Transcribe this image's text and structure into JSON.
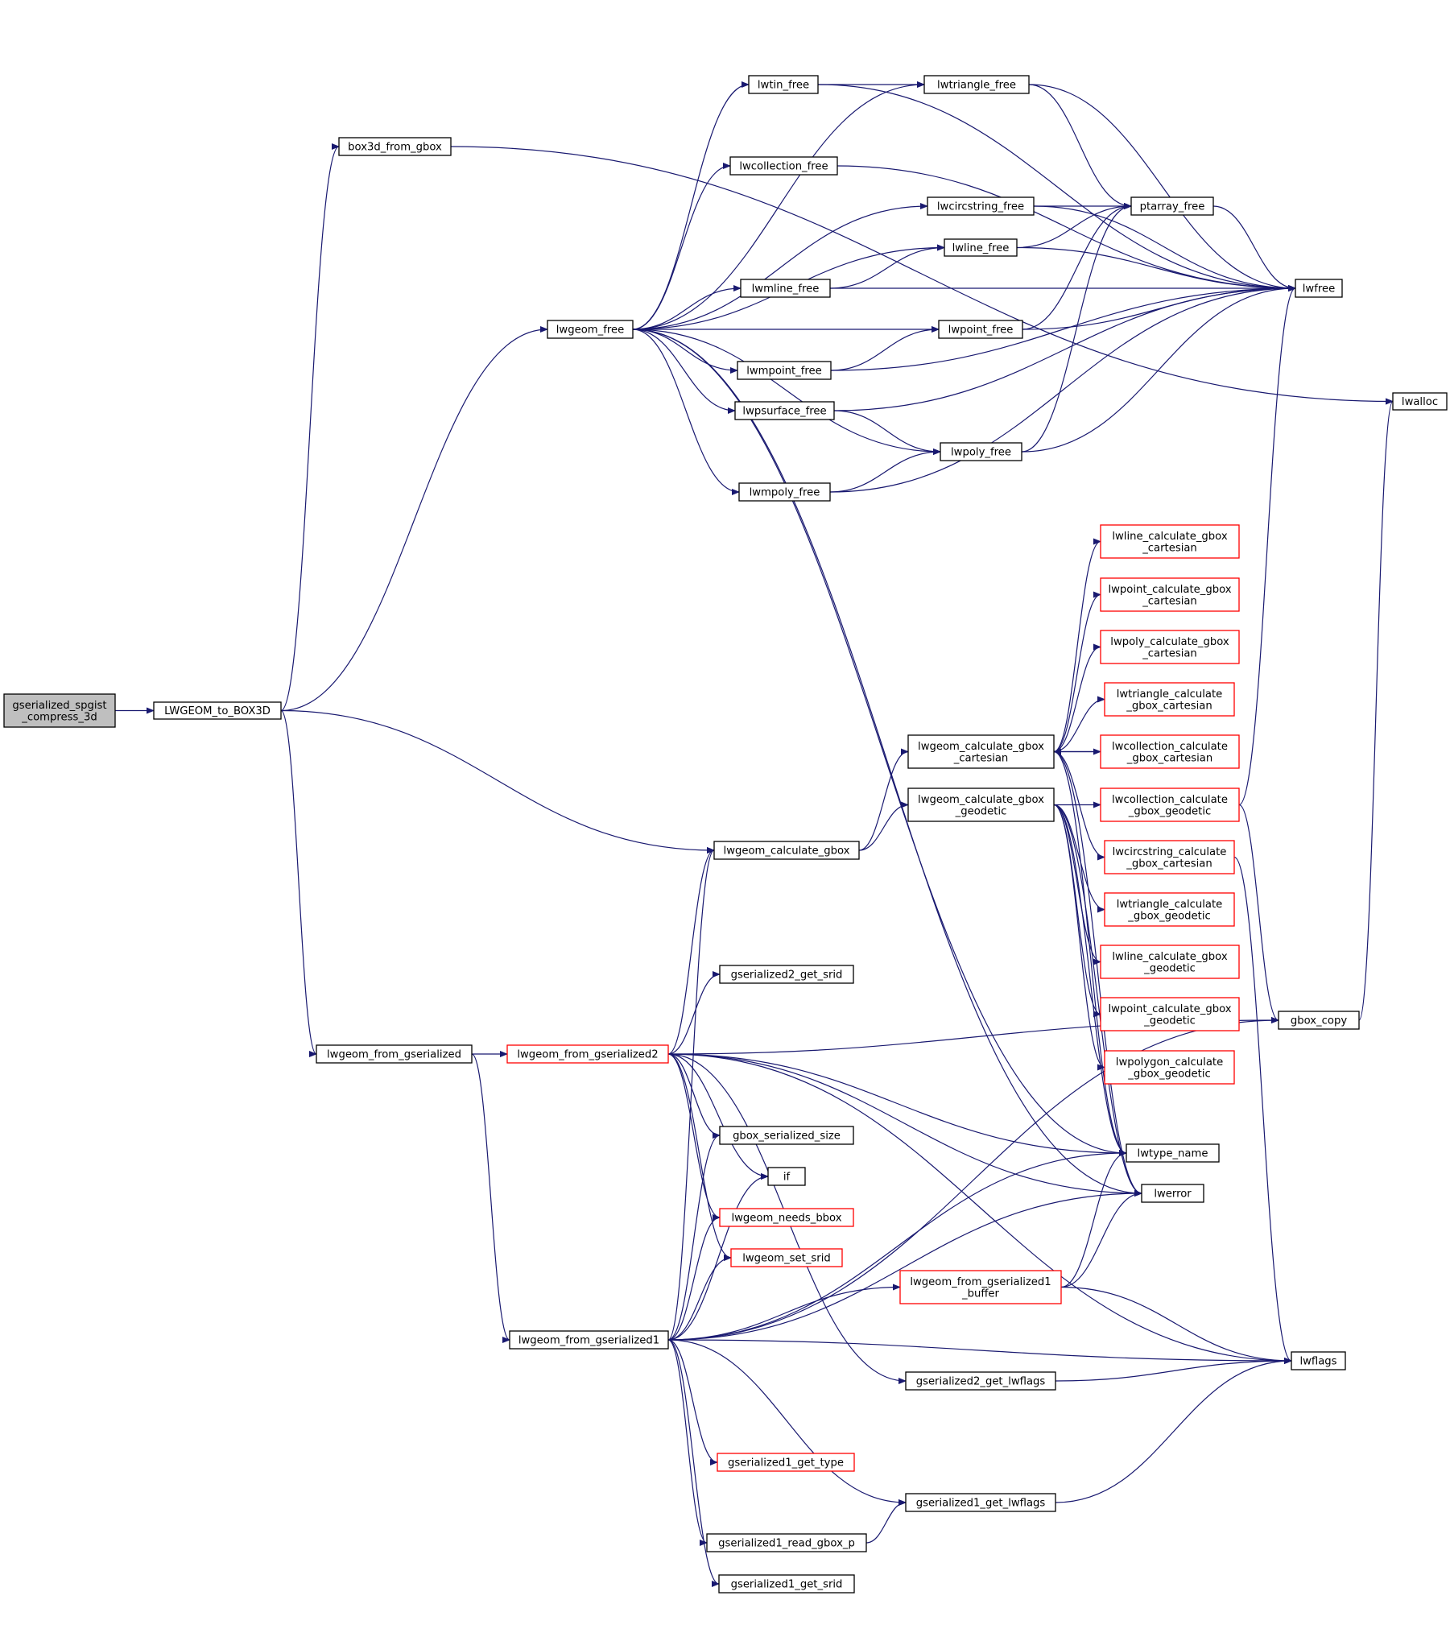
{
  "graph": {
    "title": "",
    "colors": {
      "edge": "#191970",
      "node_border": "#000000",
      "node_border_red": "#ff0000",
      "root_fill": "#bfbfbf"
    },
    "nodes": {
      "gserialized_spgist_compress_3d": {
        "lines": [
          "gserialized_spgist",
          "_compress_3d"
        ],
        "style": "root"
      },
      "LWGEOM_to_BOX3D": {
        "lines": [
          "LWGEOM_to_BOX3D"
        ],
        "style": "normal"
      },
      "box3d_from_gbox": {
        "lines": [
          "box3d_from_gbox"
        ],
        "style": "normal"
      },
      "lwgeom_free": {
        "lines": [
          "lwgeom_free"
        ],
        "style": "normal"
      },
      "lwgeom_calculate_gbox": {
        "lines": [
          "lwgeom_calculate_gbox"
        ],
        "style": "normal"
      },
      "lwgeom_from_gserialized": {
        "lines": [
          "lwgeom_from_gserialized"
        ],
        "style": "normal"
      },
      "lwalloc": {
        "lines": [
          "lwalloc"
        ],
        "style": "normal"
      },
      "lwfree": {
        "lines": [
          "lwfree"
        ],
        "style": "normal"
      },
      "lwtin_free": {
        "lines": [
          "lwtin_free"
        ],
        "style": "normal"
      },
      "lwtriangle_free": {
        "lines": [
          "lwtriangle_free"
        ],
        "style": "normal"
      },
      "lwcollection_free": {
        "lines": [
          "lwcollection_free"
        ],
        "style": "normal"
      },
      "lwcircstring_free": {
        "lines": [
          "lwcircstring_free"
        ],
        "style": "normal"
      },
      "ptarray_free": {
        "lines": [
          "ptarray_free"
        ],
        "style": "normal"
      },
      "lwline_free": {
        "lines": [
          "lwline_free"
        ],
        "style": "normal"
      },
      "lwmline_free": {
        "lines": [
          "lwmline_free"
        ],
        "style": "normal"
      },
      "lwpoint_free": {
        "lines": [
          "lwpoint_free"
        ],
        "style": "normal"
      },
      "lwmpoint_free": {
        "lines": [
          "lwmpoint_free"
        ],
        "style": "normal"
      },
      "lwpsurface_free": {
        "lines": [
          "lwpsurface_free"
        ],
        "style": "normal"
      },
      "lwpoly_free": {
        "lines": [
          "lwpoly_free"
        ],
        "style": "normal"
      },
      "lwmpoly_free": {
        "lines": [
          "lwmpoly_free"
        ],
        "style": "normal"
      },
      "lwline_calculate_gbox_cartesian": {
        "lines": [
          "lwline_calculate_gbox",
          "_cartesian"
        ],
        "style": "red"
      },
      "lwpoint_calculate_gbox_cartesian": {
        "lines": [
          "lwpoint_calculate_gbox",
          "_cartesian"
        ],
        "style": "red"
      },
      "lwpoly_calculate_gbox_cartesian": {
        "lines": [
          "lwpoly_calculate_gbox",
          "_cartesian"
        ],
        "style": "red"
      },
      "lwtriangle_calculate_gbox_cartesian": {
        "lines": [
          "lwtriangle_calculate",
          "_gbox_cartesian"
        ],
        "style": "red"
      },
      "lwgeom_calculate_gbox_cartesian": {
        "lines": [
          "lwgeom_calculate_gbox",
          "_cartesian"
        ],
        "style": "normal"
      },
      "lwcollection_calculate_gbox_cartesian": {
        "lines": [
          "lwcollection_calculate",
          "_gbox_cartesian"
        ],
        "style": "red"
      },
      "lwgeom_calculate_gbox_geodetic": {
        "lines": [
          "lwgeom_calculate_gbox",
          "_geodetic"
        ],
        "style": "normal"
      },
      "lwcollection_calculate_gbox_geodetic": {
        "lines": [
          "lwcollection_calculate",
          "_gbox_geodetic"
        ],
        "style": "red"
      },
      "lwcircstring_calculate_gbox_cartesian": {
        "lines": [
          "lwcircstring_calculate",
          "_gbox_cartesian"
        ],
        "style": "red"
      },
      "lwtriangle_calculate_gbox_geodetic": {
        "lines": [
          "lwtriangle_calculate",
          "_gbox_geodetic"
        ],
        "style": "red"
      },
      "lwline_calculate_gbox_geodetic": {
        "lines": [
          "lwline_calculate_gbox",
          "_geodetic"
        ],
        "style": "red"
      },
      "lwpoint_calculate_gbox_geodetic": {
        "lines": [
          "lwpoint_calculate_gbox",
          "_geodetic"
        ],
        "style": "red"
      },
      "lwpolygon_calculate_gbox_geodetic": {
        "lines": [
          "lwpolygon_calculate",
          "_gbox_geodetic"
        ],
        "style": "red"
      },
      "gbox_copy": {
        "lines": [
          "gbox_copy"
        ],
        "style": "normal"
      },
      "gserialized2_get_srid": {
        "lines": [
          "gserialized2_get_srid"
        ],
        "style": "normal"
      },
      "lwgeom_from_gserialized2": {
        "lines": [
          "lwgeom_from_gserialized2"
        ],
        "style": "red"
      },
      "gbox_serialized_size": {
        "lines": [
          "gbox_serialized_size"
        ],
        "style": "normal"
      },
      "if": {
        "lines": [
          "if"
        ],
        "style": "normal"
      },
      "lwgeom_needs_bbox": {
        "lines": [
          "lwgeom_needs_bbox"
        ],
        "style": "red"
      },
      "lwgeom_set_srid": {
        "lines": [
          "lwgeom_set_srid"
        ],
        "style": "red"
      },
      "lwtype_name": {
        "lines": [
          "lwtype_name"
        ],
        "style": "normal"
      },
      "lwerror": {
        "lines": [
          "lwerror"
        ],
        "style": "normal"
      },
      "lwgeom_from_gserialized1_buffer": {
        "lines": [
          "lwgeom_from_gserialized1",
          "_buffer"
        ],
        "style": "red"
      },
      "lwgeom_from_gserialized1": {
        "lines": [
          "lwgeom_from_gserialized1"
        ],
        "style": "normal"
      },
      "gserialized2_get_lwflags": {
        "lines": [
          "gserialized2_get_lwflags"
        ],
        "style": "normal"
      },
      "lwflags": {
        "lines": [
          "lwflags"
        ],
        "style": "normal"
      },
      "gserialized1_get_type": {
        "lines": [
          "gserialized1_get_type"
        ],
        "style": "red"
      },
      "gserialized1_get_lwflags": {
        "lines": [
          "gserialized1_get_lwflags"
        ],
        "style": "normal"
      },
      "gserialized1_read_gbox_p": {
        "lines": [
          "gserialized1_read_gbox_p"
        ],
        "style": "normal"
      },
      "gserialized1_get_srid": {
        "lines": [
          "gserialized1_get_srid"
        ],
        "style": "normal"
      }
    },
    "edges": [
      [
        "gserialized_spgist_compress_3d",
        "LWGEOM_to_BOX3D"
      ],
      [
        "LWGEOM_to_BOX3D",
        "box3d_from_gbox"
      ],
      [
        "LWGEOM_to_BOX3D",
        "lwgeom_free"
      ],
      [
        "LWGEOM_to_BOX3D",
        "lwgeom_calculate_gbox"
      ],
      [
        "LWGEOM_to_BOX3D",
        "lwgeom_from_gserialized"
      ],
      [
        "box3d_from_gbox",
        "lwalloc"
      ],
      [
        "lwgeom_free",
        "lwtin_free"
      ],
      [
        "lwgeom_free",
        "lwtriangle_free"
      ],
      [
        "lwgeom_free",
        "lwcollection_free"
      ],
      [
        "lwgeom_free",
        "lwcircstring_free"
      ],
      [
        "lwgeom_free",
        "lwline_free"
      ],
      [
        "lwgeom_free",
        "lwmline_free"
      ],
      [
        "lwgeom_free",
        "lwpoint_free"
      ],
      [
        "lwgeom_free",
        "lwmpoint_free"
      ],
      [
        "lwgeom_free",
        "lwpsurface_free"
      ],
      [
        "lwgeom_free",
        "lwpoly_free"
      ],
      [
        "lwgeom_free",
        "lwmpoly_free"
      ],
      [
        "lwgeom_free",
        "lwerror"
      ],
      [
        "lwgeom_free",
        "lwtype_name"
      ],
      [
        "lwtin_free",
        "lwtriangle_free"
      ],
      [
        "lwtin_free",
        "lwfree"
      ],
      [
        "lwtriangle_free",
        "ptarray_free"
      ],
      [
        "lwtriangle_free",
        "lwfree"
      ],
      [
        "lwcollection_free",
        "lwfree"
      ],
      [
        "lwcircstring_free",
        "ptarray_free"
      ],
      [
        "lwcircstring_free",
        "lwfree"
      ],
      [
        "lwline_free",
        "ptarray_free"
      ],
      [
        "lwline_free",
        "lwfree"
      ],
      [
        "ptarray_free",
        "lwfree"
      ],
      [
        "lwmline_free",
        "lwline_free"
      ],
      [
        "lwmline_free",
        "lwfree"
      ],
      [
        "lwpoint_free",
        "ptarray_free"
      ],
      [
        "lwpoint_free",
        "lwfree"
      ],
      [
        "lwmpoint_free",
        "lwpoint_free"
      ],
      [
        "lwmpoint_free",
        "lwfree"
      ],
      [
        "lwpsurface_free",
        "lwpoly_free"
      ],
      [
        "lwpsurface_free",
        "lwfree"
      ],
      [
        "lwpoly_free",
        "ptarray_free"
      ],
      [
        "lwpoly_free",
        "lwfree"
      ],
      [
        "lwmpoly_free",
        "lwpoly_free"
      ],
      [
        "lwmpoly_free",
        "lwfree"
      ],
      [
        "lwgeom_calculate_gbox",
        "lwgeom_calculate_gbox_cartesian"
      ],
      [
        "lwgeom_calculate_gbox",
        "lwgeom_calculate_gbox_geodetic"
      ],
      [
        "lwgeom_calculate_gbox_cartesian",
        "lwline_calculate_gbox_cartesian"
      ],
      [
        "lwgeom_calculate_gbox_cartesian",
        "lwpoint_calculate_gbox_cartesian"
      ],
      [
        "lwgeom_calculate_gbox_cartesian",
        "lwpoly_calculate_gbox_cartesian"
      ],
      [
        "lwgeom_calculate_gbox_cartesian",
        "lwtriangle_calculate_gbox_cartesian"
      ],
      [
        "lwgeom_calculate_gbox_cartesian",
        "lwcollection_calculate_gbox_cartesian"
      ],
      [
        "lwgeom_calculate_gbox_cartesian",
        "lwcircstring_calculate_gbox_cartesian"
      ],
      [
        "lwgeom_calculate_gbox_cartesian",
        "lwtype_name"
      ],
      [
        "lwgeom_calculate_gbox_cartesian",
        "lwerror"
      ],
      [
        "lwcollection_calculate_gbox_cartesian",
        "lwgeom_calculate_gbox_cartesian"
      ],
      [
        "lwgeom_calculate_gbox_geodetic",
        "lwcollection_calculate_gbox_geodetic"
      ],
      [
        "lwgeom_calculate_gbox_geodetic",
        "lwtriangle_calculate_gbox_geodetic"
      ],
      [
        "lwgeom_calculate_gbox_geodetic",
        "lwline_calculate_gbox_geodetic"
      ],
      [
        "lwgeom_calculate_gbox_geodetic",
        "lwpoint_calculate_gbox_geodetic"
      ],
      [
        "lwgeom_calculate_gbox_geodetic",
        "lwpolygon_calculate_gbox_geodetic"
      ],
      [
        "lwgeom_calculate_gbox_geodetic",
        "lwtype_name"
      ],
      [
        "lwgeom_calculate_gbox_geodetic",
        "lwerror"
      ],
      [
        "lwcollection_calculate_gbox_geodetic",
        "lwfree"
      ],
      [
        "lwcollection_calculate_gbox_geodetic",
        "gbox_copy"
      ],
      [
        "lwcircstring_calculate_gbox_cartesian",
        "lwflags"
      ],
      [
        "gbox_copy",
        "lwalloc"
      ],
      [
        "lwgeom_from_gserialized",
        "lwgeom_from_gserialized2"
      ],
      [
        "lwgeom_from_gserialized",
        "lwgeom_from_gserialized1"
      ],
      [
        "lwgeom_from_gserialized2",
        "lwgeom_calculate_gbox"
      ],
      [
        "lwgeom_from_gserialized2",
        "gserialized2_get_srid"
      ],
      [
        "lwgeom_from_gserialized2",
        "gbox_serialized_size"
      ],
      [
        "lwgeom_from_gserialized2",
        "if"
      ],
      [
        "lwgeom_from_gserialized2",
        "lwgeom_needs_bbox"
      ],
      [
        "lwgeom_from_gserialized2",
        "lwgeom_set_srid"
      ],
      [
        "lwgeom_from_gserialized2",
        "lwtype_name"
      ],
      [
        "lwgeom_from_gserialized2",
        "lwerror"
      ],
      [
        "lwgeom_from_gserialized2",
        "gbox_copy"
      ],
      [
        "lwgeom_from_gserialized2",
        "gserialized2_get_lwflags"
      ],
      [
        "lwgeom_from_gserialized2",
        "lwflags"
      ],
      [
        "lwgeom_from_gserialized1",
        "lwgeom_calculate_gbox"
      ],
      [
        "lwgeom_from_gserialized1",
        "gbox_serialized_size"
      ],
      [
        "lwgeom_from_gserialized1",
        "if"
      ],
      [
        "lwgeom_from_gserialized1",
        "lwgeom_needs_bbox"
      ],
      [
        "lwgeom_from_gserialized1",
        "lwgeom_set_srid"
      ],
      [
        "lwgeom_from_gserialized1",
        "lwtype_name"
      ],
      [
        "lwgeom_from_gserialized1",
        "lwerror"
      ],
      [
        "lwgeom_from_gserialized1",
        "lwgeom_from_gserialized1_buffer"
      ],
      [
        "lwgeom_from_gserialized1",
        "gbox_copy"
      ],
      [
        "lwgeom_from_gserialized1",
        "gserialized1_get_type"
      ],
      [
        "lwgeom_from_gserialized1",
        "gserialized1_get_lwflags"
      ],
      [
        "lwgeom_from_gserialized1",
        "gserialized1_read_gbox_p"
      ],
      [
        "lwgeom_from_gserialized1",
        "gserialized1_get_srid"
      ],
      [
        "lwgeom_from_gserialized1",
        "lwflags"
      ],
      [
        "lwgeom_from_gserialized1_buffer",
        "lwtype_name"
      ],
      [
        "lwgeom_from_gserialized1_buffer",
        "lwerror"
      ],
      [
        "lwgeom_from_gserialized1_buffer",
        "lwflags"
      ],
      [
        "gserialized2_get_lwflags",
        "lwflags"
      ],
      [
        "gserialized1_get_lwflags",
        "lwflags"
      ],
      [
        "gserialized1_read_gbox_p",
        "gserialized1_get_lwflags"
      ]
    ]
  }
}
